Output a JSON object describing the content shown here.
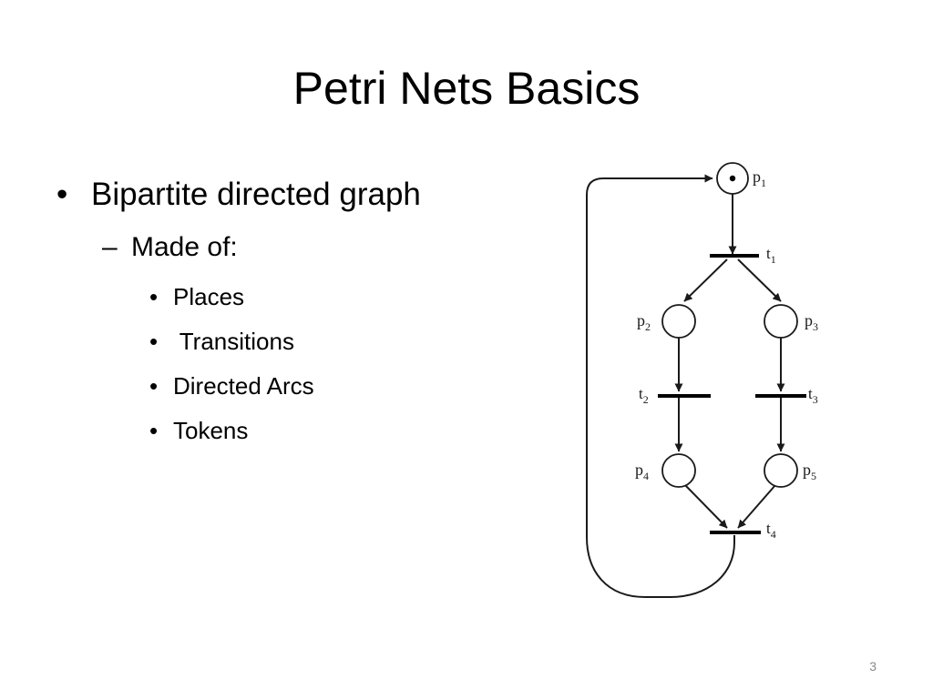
{
  "slide": {
    "title": "Petri Nets Basics",
    "page_number": "3"
  },
  "bullets": {
    "main": "Bipartite directed graph",
    "sub": "Made of:",
    "sub_marker": "–",
    "items": [
      "Places",
      " Transitions",
      "Directed Arcs",
      "Tokens"
    ]
  },
  "diagram": {
    "places": [
      {
        "label": "p",
        "sub": "1",
        "tokens": 1
      },
      {
        "label": "p",
        "sub": "2",
        "tokens": 0
      },
      {
        "label": "p",
        "sub": "3",
        "tokens": 0
      },
      {
        "label": "p",
        "sub": "4",
        "tokens": 0
      },
      {
        "label": "p",
        "sub": "5",
        "tokens": 0
      }
    ],
    "transitions": [
      {
        "label": "t",
        "sub": "1"
      },
      {
        "label": "t",
        "sub": "2"
      },
      {
        "label": "t",
        "sub": "3"
      },
      {
        "label": "t",
        "sub": "4"
      }
    ],
    "colors": {
      "stroke": "#1a1a1a",
      "place_fill": "#ffffff",
      "token": "#000000"
    }
  }
}
